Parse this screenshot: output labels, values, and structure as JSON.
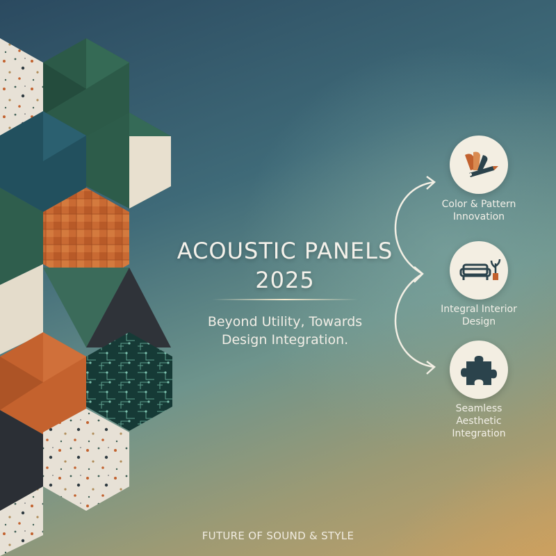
{
  "hero": {
    "title_line1": "ACOUSTIC PANELS",
    "title_line2": "2025",
    "subtitle_line1": "Beyond Utility, Towards",
    "subtitle_line2": "Design Integration."
  },
  "features": [
    {
      "line1": "Color & Pattern",
      "line2": "Innovation",
      "icon": "color-swatch-icon"
    },
    {
      "line1": "Integral Interior",
      "line2": "Design",
      "icon": "sofa-plant-icon"
    },
    {
      "line1": "Seamless",
      "line2": "Aesthetic",
      "line3": "Integration",
      "icon": "puzzle-piece-icon"
    }
  ],
  "footer": {
    "tagline": "FUTURE OF SOUND & STYLE"
  },
  "colors": {
    "panel_green": "#2c5a4a",
    "panel_teal": "#22505e",
    "panel_orange": "#c4622e",
    "panel_cream": "#e6ddcb",
    "panel_charcoal": "#2a2e34",
    "icon_dark": "#2b434c"
  }
}
